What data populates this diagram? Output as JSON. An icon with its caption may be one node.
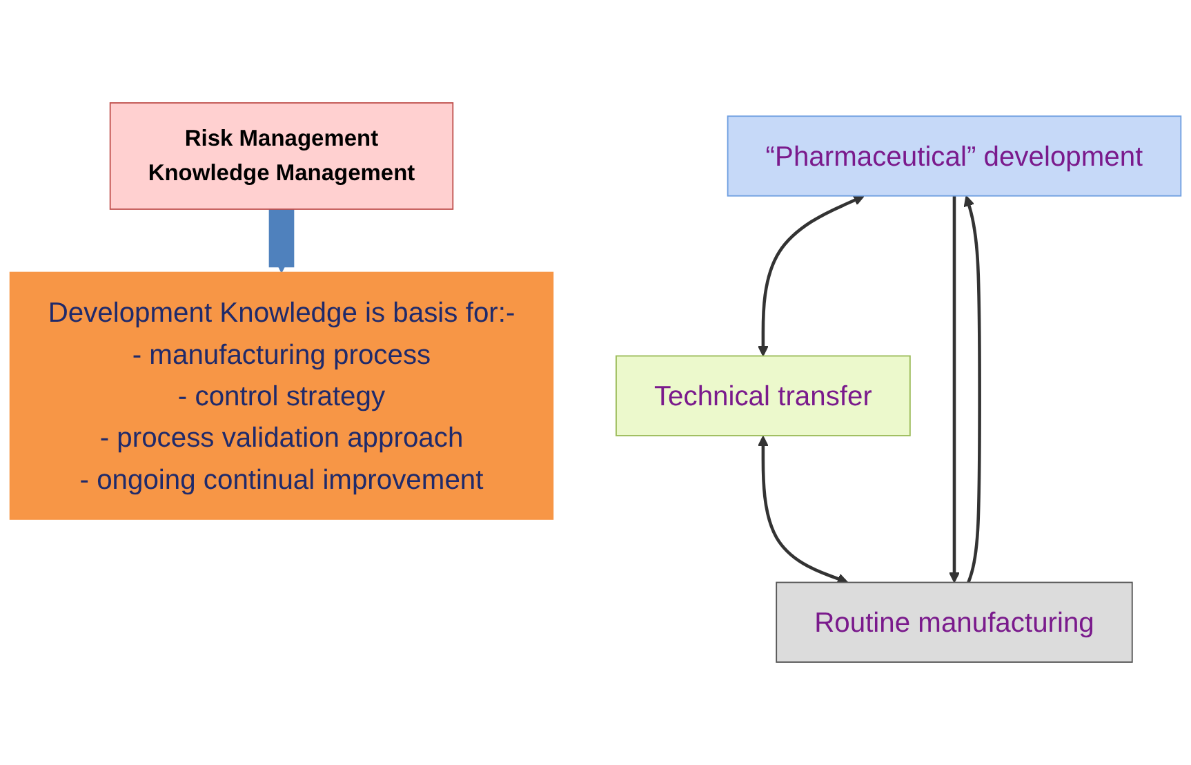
{
  "diagram": {
    "nodes": [
      {
        "text": [
          "“Pharmaceutical” development"
        ]
      },
      {
        "text": [
          "Technical transfer"
        ]
      },
      {
        "text": [
          "Routine manufacturing"
        ]
      },
      {
        "text": [
          "Risk Management",
          "Knowledge Management"
        ]
      },
      {
        "text": [
          "Development Knowledge is basis for:-",
          "- manufacturing process",
          "- control strategy",
          "- process validation approach",
          "- ongoing continual improvement"
        ]
      }
    ],
    "edges": [
      {
        "from": 0,
        "to": 1,
        "arrow": "both"
      },
      {
        "from": 1,
        "to": 2,
        "arrow": "both"
      },
      {
        "from": 2,
        "to": 0,
        "arrow": "to"
      },
      {
        "from": 0,
        "to": 2,
        "arrow": "to"
      },
      {
        "from": 3,
        "to": 4,
        "arrow": "to",
        "style": "thick",
        "color": "#4f81bd"
      }
    ]
  }
}
